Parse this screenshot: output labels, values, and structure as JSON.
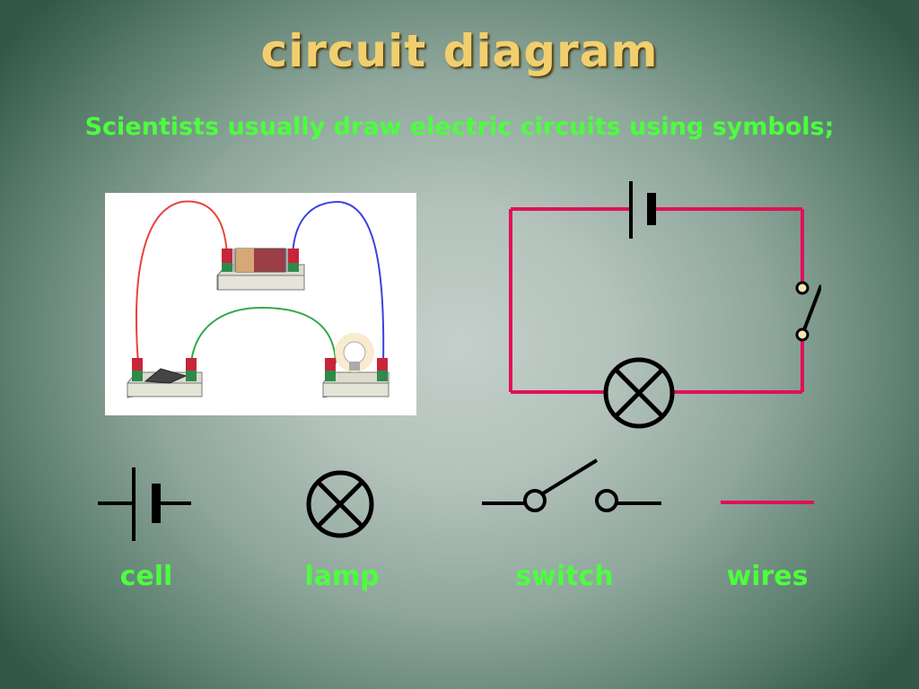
{
  "slide": {
    "title": "circuit diagram",
    "subtitle": "Scientists usually draw electric circuits using symbols;"
  },
  "symbols": [
    {
      "label": "cell",
      "icon": "cell-symbol-icon"
    },
    {
      "label": "lamp",
      "icon": "lamp-symbol-icon"
    },
    {
      "label": "switch",
      "icon": "switch-symbol-icon"
    },
    {
      "label": "wires",
      "icon": "wire-symbol-icon"
    }
  ],
  "colors": {
    "title": "#f2cf6e",
    "subtitle": "#4dff3f",
    "labels": "#4dff3f",
    "circuit_wire": "#e0105a",
    "symbol_stroke": "#000000"
  }
}
